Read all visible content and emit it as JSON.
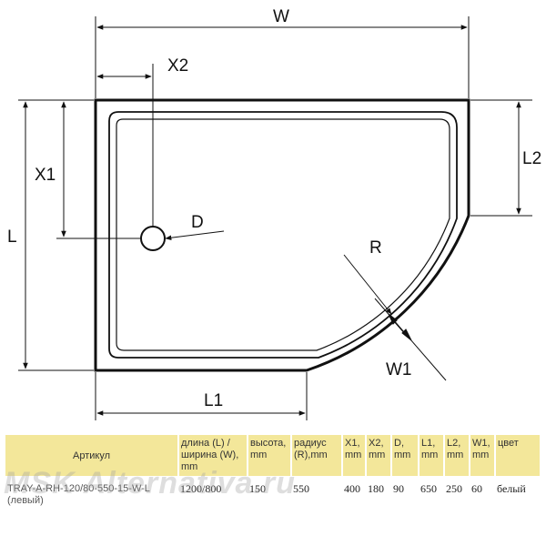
{
  "labels": {
    "W": "W",
    "X2": "X2",
    "X1": "X1",
    "L2": "L2",
    "L": "L",
    "D": "D",
    "R": "R",
    "W1": "W1",
    "L1": "L1"
  },
  "table": {
    "headers": [
      "Артикул",
      "длина (L) / ширина (W), mm",
      "высота, mm",
      "радиус (R),mm",
      "X1, mm",
      "X2, mm",
      "D, mm",
      "L1, mm",
      "L2, mm",
      "W1, mm",
      "цвет"
    ],
    "row": [
      "TRAY-A-RH-120/80-550-15-W-L (левый)",
      "1200/800",
      "150",
      "550",
      "400",
      "180",
      "90",
      "650",
      "250",
      "60",
      "белый"
    ]
  },
  "watermark": "MSK Alternativa.ru",
  "colors": {
    "header_bg": "#f3e79a",
    "line": "#111111"
  }
}
